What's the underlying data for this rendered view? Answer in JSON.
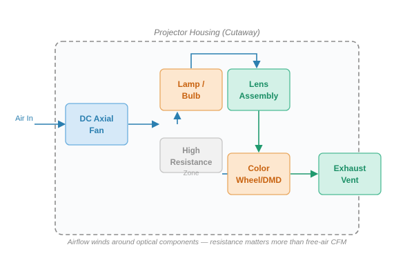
{
  "housing": {
    "title": "Projector Housing (Cutaway)",
    "caption": "Airflow winds around optical components — resistance matters more than free-air CFM"
  },
  "inputs": {
    "air_in": "Air In"
  },
  "nodes": {
    "fan": {
      "line1": "DC Axial",
      "line2": "Fan"
    },
    "lamp": {
      "line1": "Lamp /",
      "line2": "Bulb"
    },
    "lens": {
      "line1": "Lens",
      "line2": "Assembly"
    },
    "zone": {
      "line1": "High",
      "line2": "Resistance",
      "line3": "Zone"
    },
    "wheel": {
      "line1": "Color",
      "line2": "Wheel/DMD"
    },
    "vent": {
      "line1": "Exhaust",
      "line2": "Vent"
    }
  },
  "colors": {
    "blue_fill": "#d6e9f8",
    "blue_stroke": "#6aaede",
    "blue_text": "#2b7fb0",
    "orange_fill": "#fde7cf",
    "orange_stroke": "#e9a860",
    "orange_text": "#c8620f",
    "green_fill": "#d3f1e7",
    "green_stroke": "#4dbb95",
    "green_text": "#1b8f66",
    "gray_fill": "#f1f1f1",
    "gray_stroke": "#c6c6c6",
    "gray_text": "#8f8f8f",
    "flow_blue": "#2b7fb0",
    "flow_green": "#1f9a6e",
    "housing_stroke": "#8c8c8c",
    "housing_fill": "#fafbfc"
  }
}
